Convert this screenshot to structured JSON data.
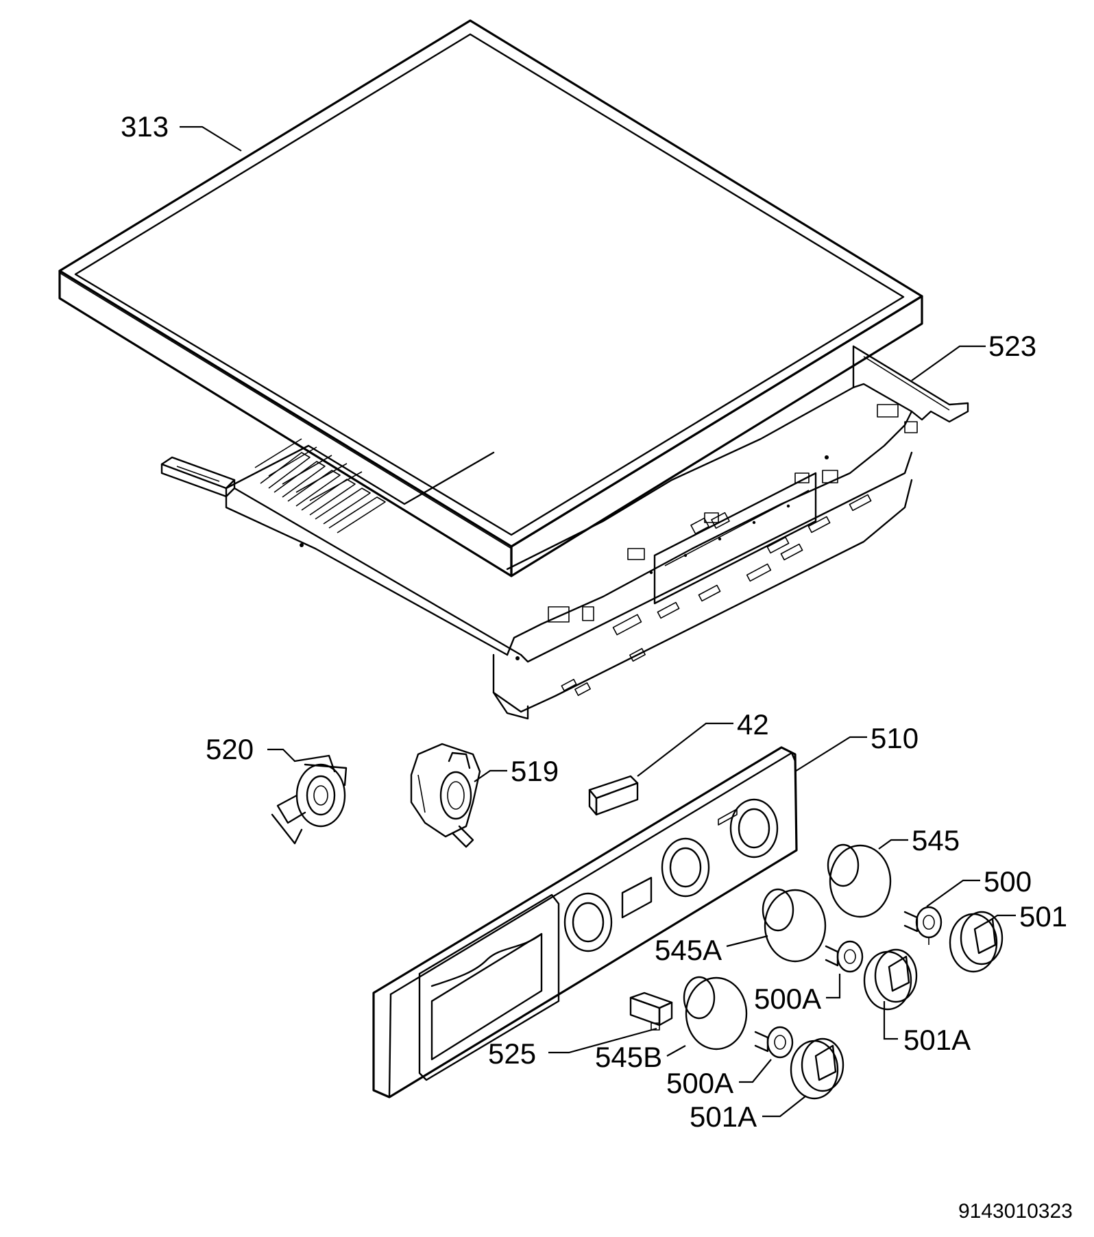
{
  "labels": {
    "top_cover": "313",
    "control_frame": "523",
    "selector_520": "520",
    "selector_519": "519",
    "indicator_42": "42",
    "control_panel": "510",
    "bezel_545": "545",
    "shaft_500": "500",
    "knob_501": "501",
    "bezel_545a": "545A",
    "shaft_500a_1": "500A",
    "knob_501a_1": "501A",
    "switch_525": "525",
    "bezel_545b": "545B",
    "shaft_500a_2": "500A",
    "knob_501a_2": "501A"
  },
  "document_number": "9143010323"
}
